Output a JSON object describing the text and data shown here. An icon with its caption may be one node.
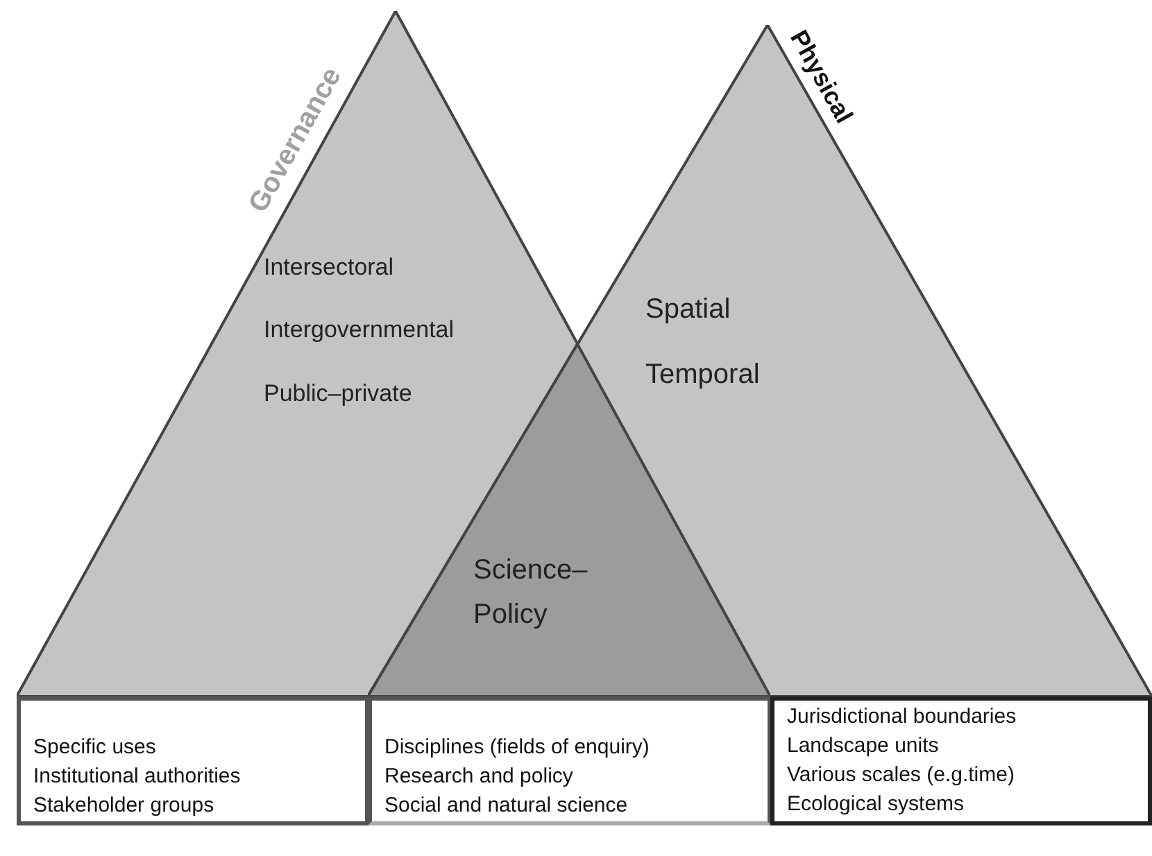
{
  "diagram": {
    "nodes": [
      {
        "text": [
          "Governance",
          "Intersectoral",
          "Intergovernmental",
          "Public–private"
        ]
      },
      {
        "text": [
          "Physical",
          "Spatial",
          "Temporal"
        ]
      },
      {
        "text": [
          "Science–Policy"
        ]
      },
      {
        "text": [
          "Specific uses",
          "Institutional authorities",
          "Stakeholder groups"
        ]
      },
      {
        "text": [
          "Disciplines (fields of enquiry)",
          "Research and policy",
          "Social and natural science"
        ]
      },
      {
        "text": [
          "Jurisdictional boundaries",
          "Landscape units",
          "Various scales (e.g.time)",
          "Ecological systems"
        ]
      }
    ]
  }
}
